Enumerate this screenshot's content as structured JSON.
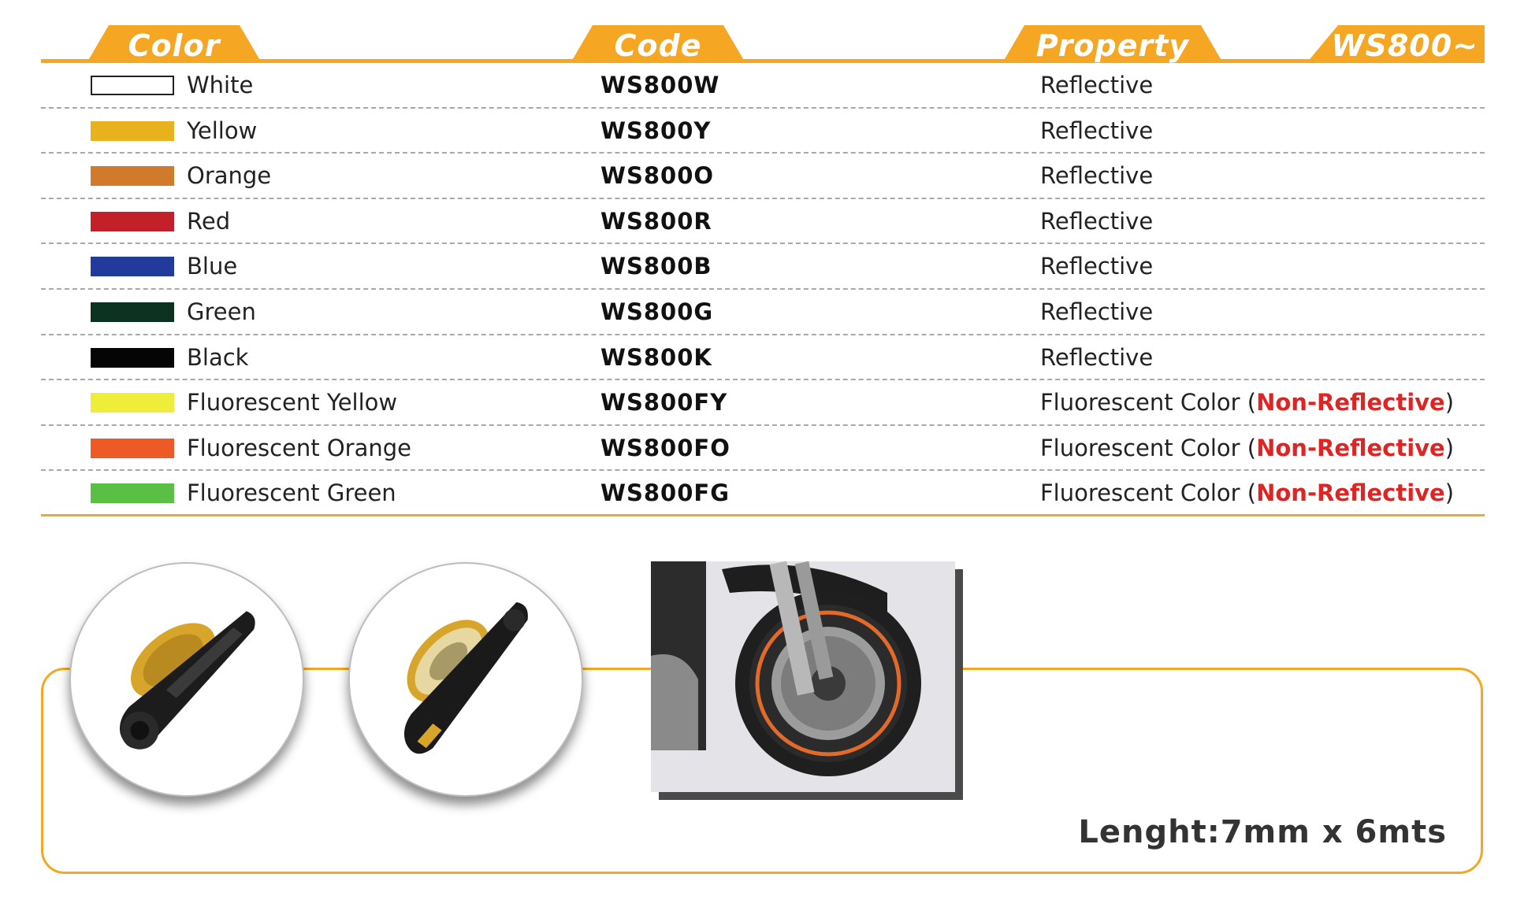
{
  "header": {
    "color_label": "Color",
    "code_label": "Code",
    "property_label": "Property",
    "series_label": "WS800~"
  },
  "rows": [
    {
      "color": "White",
      "swatch": "#ffffff",
      "code": "WS800W",
      "property": "Reflective"
    },
    {
      "color": "Yellow",
      "swatch": "#e8b21f",
      "code": "WS800Y",
      "property": "Reflective"
    },
    {
      "color": "Orange",
      "swatch": "#d27a2c",
      "code": "WS800O",
      "property": "Reflective"
    },
    {
      "color": "Red",
      "swatch": "#c4202a",
      "code": "WS800R",
      "property": "Reflective"
    },
    {
      "color": "Blue",
      "swatch": "#213a9b",
      "code": "WS800B",
      "property": "Reflective"
    },
    {
      "color": "Green",
      "swatch": "#0c3322",
      "code": "WS800G",
      "property": "Reflective"
    },
    {
      "color": "Black",
      "swatch": "#050505",
      "code": "WS800K",
      "property": "Reflective"
    },
    {
      "color": "Fluorescent Yellow",
      "swatch": "#eeee3a",
      "code": "WS800FY",
      "property": "Fluorescent Color (",
      "warning": "Non-Reflective",
      "close": ")"
    },
    {
      "color": "Fluorescent Orange",
      "swatch": "#ee5a25",
      "code": "WS800FO",
      "property": "Fluorescent Color (",
      "warning": "Non-Reflective",
      "close": ")"
    },
    {
      "color": "Fluorescent Green",
      "swatch": "#5abf45",
      "code": "WS800FG",
      "property": "Fluorescent Color (",
      "warning": "Non-Reflective",
      "close": ")"
    }
  ],
  "footer": {
    "length_text": "Lenght:7mm x 6mts"
  },
  "colors": {
    "accent": "#f5a623",
    "warning": "#e02424"
  }
}
